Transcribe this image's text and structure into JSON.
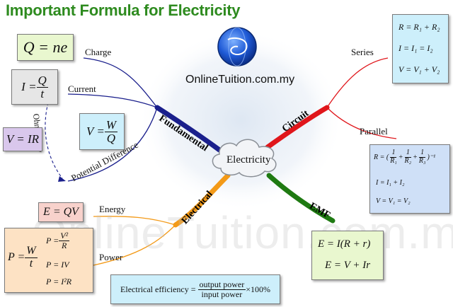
{
  "title": "Important Formula for Electricity",
  "website": "OnlineTuition.com.my",
  "watermark": "OnlineTuition.com.my",
  "center": "Electricity",
  "branches": {
    "fundamental": "Fundamental",
    "circuit": "Circuit",
    "electrical": "Electrical",
    "emf": "EMF"
  },
  "labels": {
    "charge": "Charge",
    "current": "Current",
    "ohms_law": "Ohm's Law",
    "potential_difference": "Potential Difference",
    "series": "Series",
    "parallel": "Parallel",
    "energy": "Energy",
    "power": "Power"
  },
  "formulas": {
    "charge": "Q = ne",
    "current": {
      "lhs": "I =",
      "num": "Q",
      "den": "t"
    },
    "ohms_law": "V = IR",
    "potential_difference": {
      "lhs": "V =",
      "num": "W",
      "den": "Q"
    },
    "series": [
      "R = R₁ + R₂",
      "I = I₁ = I₂",
      "V = V₁ + V₂"
    ],
    "parallel": {
      "resistance": {
        "lhs": "R = (",
        "terms": [
          [
            "1",
            "R₁"
          ],
          [
            "1",
            "R₂"
          ],
          [
            "1",
            "R₃"
          ]
        ],
        "tail": ")⁻¹"
      },
      "current": "I = I₁ + I₂",
      "voltage": "V = V₁ = V₂"
    },
    "energy": "E = QV",
    "power_main": {
      "lhs": "P =",
      "num": "W",
      "den": "t"
    },
    "power_alt": [
      {
        "lhs": "P =",
        "num": "V²",
        "den": "R"
      },
      "P = IV",
      "P = I²R"
    ],
    "emf": [
      "E = I(R + r)",
      "E = V + Ir"
    ],
    "efficiency": {
      "lhs": "Electrical efficiency =",
      "num": "output power",
      "den": "input power",
      "tail": "×100%"
    }
  },
  "colors": {
    "title": "#2e8b1f",
    "fundamental": "#1a1f8c",
    "circuit": "#e0161b",
    "electrical": "#f39a18",
    "emf": "#1f7a12",
    "box_green": "#e9f7cf",
    "box_grey": "#e6e6e6",
    "box_lavender": "#d9c7ec",
    "box_cyan": "#cdeffb",
    "box_blue": "#cfe0f7",
    "box_pink": "#f8d2cc",
    "box_orange": "#fde2c4"
  }
}
